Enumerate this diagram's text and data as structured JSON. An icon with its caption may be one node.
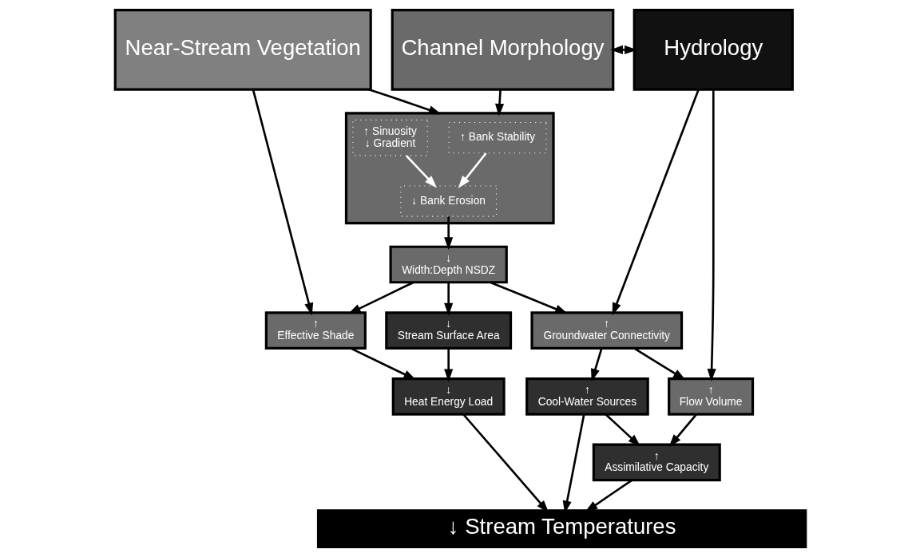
{
  "diagram": {
    "nodes": [
      {
        "text": [
          "Near-Stream Vegetation"
        ]
      },
      {
        "text": [
          "Channel Morphology"
        ]
      },
      {
        "text": [
          "Hydrology"
        ]
      },
      {
        "text": [
          "↑",
          "Effective Shade"
        ]
      },
      {
        "text": [
          "↓",
          "Width:Depth NSDZ"
        ]
      },
      {
        "text": [],
        "shape": "box"
      },
      {
        "text": [
          "↑ Bank Stability"
        ],
        "in": 5
      },
      {
        "text": [
          "↓ Bank Erosion"
        ],
        "in": 5
      },
      {
        "text": [
          "↑ Sinuosity",
          "↓ Gradient"
        ],
        "in": 5
      },
      {
        "text": [
          "↑",
          "Groundwater Connectivity"
        ]
      },
      {
        "text": [
          "↑",
          "Flow Volume"
        ]
      },
      {
        "text": [
          "↓",
          "Heat Energy Load"
        ]
      },
      {
        "text": [
          "↓",
          "Stream Surface Area"
        ]
      },
      {
        "text": [
          "↑",
          "Cool-Water Sources"
        ]
      },
      {
        "text": [
          "↑",
          "Assimilative Capacity"
        ]
      },
      {
        "text": [
          "↓ Stream Temperatures"
        ]
      }
    ],
    "edges": [
      {
        "from": 0,
        "to": 3,
        "arrow": "to"
      },
      {
        "from": 0,
        "to": 5,
        "arrow": "to"
      },
      {
        "from": 1,
        "to": 5,
        "arrow": "to"
      },
      {
        "from": 1,
        "to": 2,
        "arrow": "both"
      },
      {
        "from": 2,
        "to": 9,
        "arrow": "to"
      },
      {
        "from": 2,
        "to": 10,
        "arrow": "to"
      },
      {
        "from": 6,
        "to": 7,
        "arrow": "to",
        "color": "#ffffff"
      },
      {
        "from": 8,
        "to": 7,
        "arrow": "to",
        "color": "#ffffff"
      },
      {
        "from": 7,
        "to": 4,
        "arrow": "to"
      },
      {
        "from": 4,
        "to": 3,
        "arrow": "to"
      },
      {
        "from": 3,
        "to": 11,
        "arrow": "to"
      },
      {
        "from": 4,
        "to": 12,
        "arrow": "to"
      },
      {
        "from": 4,
        "to": 9,
        "arrow": "to"
      },
      {
        "from": 9,
        "to": 10,
        "arrow": "to"
      },
      {
        "from": 9,
        "to": 13,
        "arrow": "to"
      },
      {
        "from": 10,
        "to": 14,
        "arrow": "to"
      },
      {
        "from": 13,
        "to": 14,
        "arrow": "to"
      },
      {
        "from": 12,
        "to": 11,
        "arrow": "to"
      },
      {
        "from": 11,
        "to": 15,
        "arrow": "to"
      },
      {
        "from": 13,
        "to": 15,
        "arrow": "to"
      },
      {
        "from": 14,
        "to": 15,
        "arrow": "to"
      }
    ]
  }
}
